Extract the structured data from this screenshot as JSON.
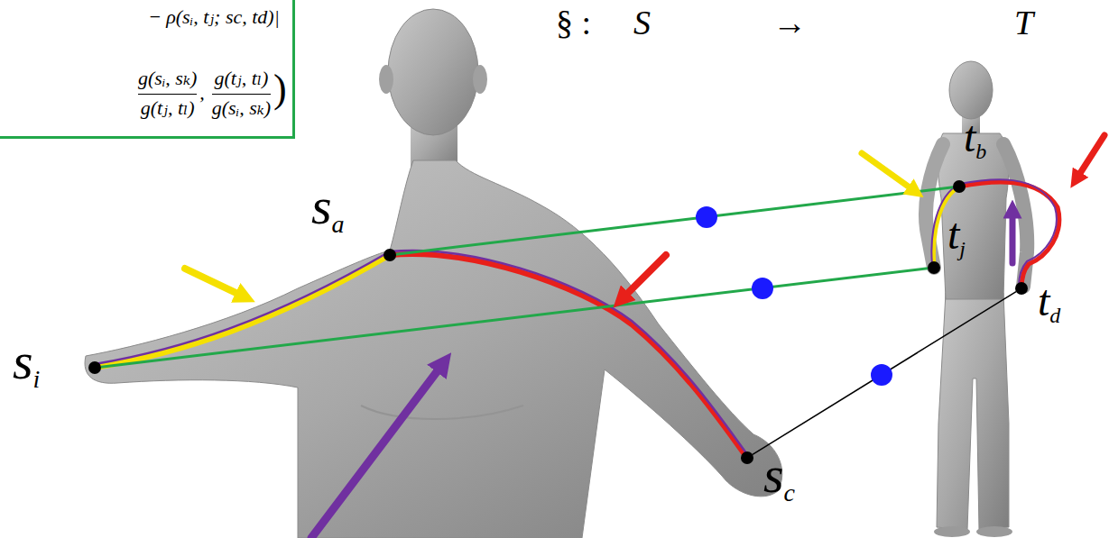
{
  "diagram": {
    "nodes": [
      {
        "text": [
          "− ρ(sᵢ, tⱼ; sc, td)|",
          "g(sᵢ, sₖ)",
          "g(tⱼ, tₗ)",
          ",",
          "g(tⱼ, tₗ)",
          "g(sᵢ, sₖ)",
          ")"
        ]
      },
      {
        "text": [
          "sa"
        ]
      },
      {
        "text": [
          "si"
        ]
      },
      {
        "text": [
          "sc"
        ]
      },
      {
        "text": [
          "tb"
        ]
      },
      {
        "text": [
          "tj"
        ]
      },
      {
        "text": [
          "td"
        ]
      }
    ],
    "edges": [
      {
        "from": 1,
        "to": 4,
        "arrow": "none"
      },
      {
        "from": 2,
        "to": 5,
        "arrow": "none"
      },
      {
        "from": 3,
        "to": 6,
        "arrow": "none"
      }
    ],
    "labels": [
      "§ :",
      "S",
      "→",
      "T"
    ]
  }
}
